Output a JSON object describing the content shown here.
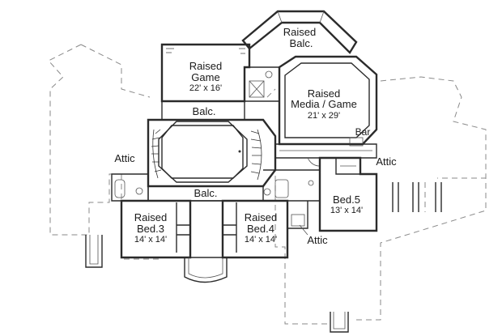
{
  "rooms": {
    "raised_balc_top": {
      "line1": "Raised",
      "line2": "Balc."
    },
    "raised_game": {
      "line1": "Raised",
      "line2": "Game",
      "dims": "22' x 16'"
    },
    "raised_media": {
      "line1": "Raised",
      "line2": "Media / Game",
      "dims": "21' x 29'"
    },
    "balc_upper": {
      "name": "Balc."
    },
    "balc_lower": {
      "name": "Balc."
    },
    "bar": {
      "name": "Bar"
    },
    "bed3": {
      "line1": "Raised",
      "line2": "Bed.3",
      "dims": "14' x 14'"
    },
    "bed4": {
      "line1": "Raised",
      "line2": "Bed.4",
      "dims": "14' x 14'"
    },
    "bed5": {
      "line1": "Bed.5",
      "dims": "13' x 14'"
    },
    "attic_left": {
      "name": "Attic"
    },
    "attic_right": {
      "name": "Attic"
    },
    "attic_bottom": {
      "name": "Attic"
    }
  },
  "icons": [
    "stair-icon",
    "door-swing-icon",
    "bathtub-icon",
    "toilet-icon",
    "sink-icon"
  ]
}
